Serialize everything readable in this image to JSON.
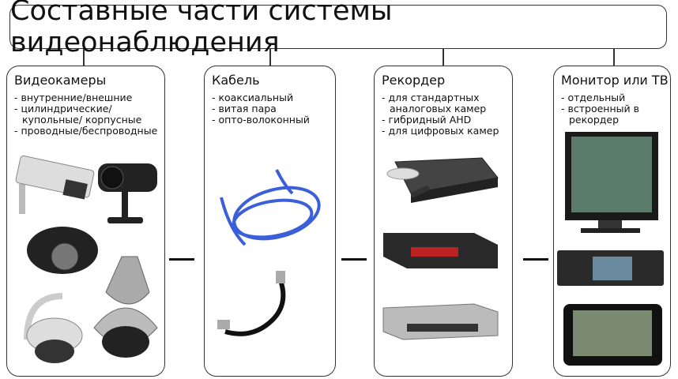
{
  "title": "Составные части системы видеонаблюдения",
  "sections": [
    {
      "heading": "Видеокамеры",
      "items": [
        "- внутренние/внешние",
        "- цилиндрические/купольные/ корпусные",
        "- проводные/беспроводные"
      ]
    },
    {
      "heading": "Кабель",
      "items": [
        "- коаксиальный",
        "- витая пара",
        "- опто-волоконный"
      ]
    },
    {
      "heading": "Рекордер",
      "items": [
        "- для стандартных аналоговых камер",
        "- гибридный AHD",
        "- для цифровых камер"
      ]
    },
    {
      "heading": "Монитор или ТВ",
      "items": [
        "- отдельный",
        "- встроенный в рекордер"
      ]
    }
  ],
  "colors": {
    "cable_blue": "#3a5fd8",
    "device_dark": "#222222",
    "device_silver": "#c8c8c8"
  }
}
